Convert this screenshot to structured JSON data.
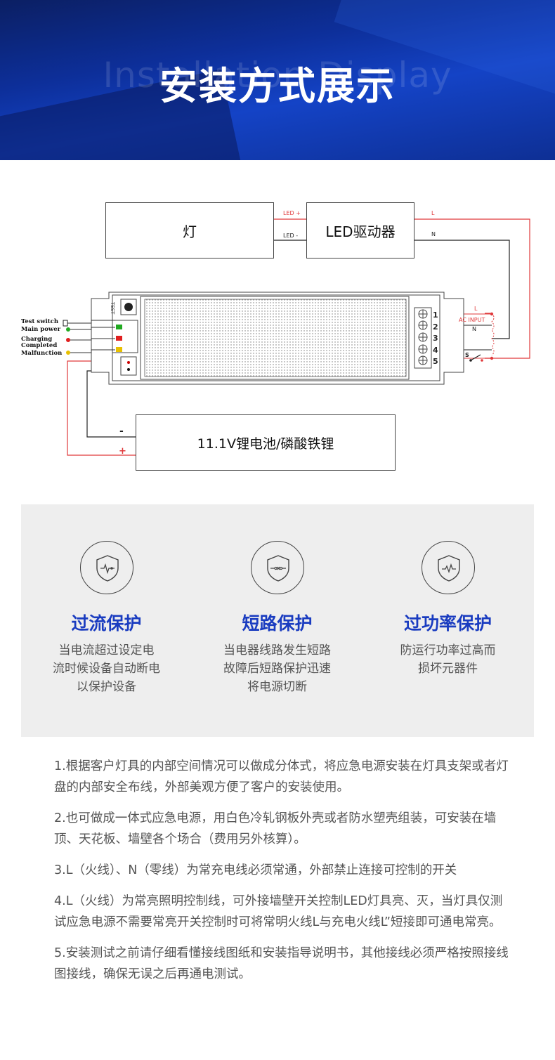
{
  "header": {
    "title": "安装方式展示",
    "ghost_text": "Installation Display"
  },
  "diagram": {
    "lamp_label": "灯",
    "driver_label": "LED驱动器",
    "battery_label": "11.1V锂电池/磷酸铁锂",
    "wire_led_plus": "LED +",
    "wire_led_minus": "LED -",
    "wire_L_top": "L",
    "wire_N_top": "N",
    "ac_input": "AC INPUT",
    "term_L": "L",
    "term_N": "N",
    "switch_s": "S",
    "minus": "-",
    "plus": "+",
    "test_label": "TEST",
    "terminals": [
      "1",
      "2",
      "3",
      "4",
      "5"
    ],
    "indicators": [
      {
        "label": "Test switch",
        "color": "#222222"
      },
      {
        "label": "Main power",
        "color": "#22aa22"
      },
      {
        "label": "Charging Completed",
        "color": "#e02020"
      },
      {
        "label": "Malfunction",
        "color": "#e8c000"
      }
    ],
    "colors": {
      "red_wire": "#e0393b",
      "black_wire": "#222222",
      "accent": "#1a3cc0"
    }
  },
  "features": [
    {
      "icon": "overcurrent-shield-icon",
      "name": "过流保护",
      "desc": [
        "当电流超过设定电",
        "流时候设备自动断电",
        "以保护设备"
      ]
    },
    {
      "icon": "short-circuit-shield-icon",
      "name": "短路保护",
      "desc": [
        "当电器线路发生短路",
        "故障后短路保护迅速",
        "将电源切断"
      ]
    },
    {
      "icon": "overpower-shield-icon",
      "name": "过功率保护",
      "desc": [
        "防运行功率过高而",
        "损坏元器件"
      ]
    }
  ],
  "notes": [
    "1.根据客户灯具的内部空间情况可以做成分体式，将应急电源安装在灯具支架或者灯盘的内部安全布线，外部美观方便了客户的安装使用。",
    "2.也可做成一体式应急电源，用白色冷轧钢板外壳或者防水塑壳组装，可安装在墙顶、天花板、墙壁各个场合（费用另外核算）。",
    "3.L（火线）、N（零线）为常充电线必须常通，外部禁止连接可控制的开关",
    "4.L（火线）为常亮照明控制线，可外接墙壁开关控制LED灯具亮、灭，当灯具仅测试应急电源不需要常亮开关控制时可将常明火线L与充电火线L”短接即可通电常亮。",
    "5.安装测试之前请仔细看懂接线图纸和安装指导说明书，其他接线必须严格按照接线图接线，确保无误之后再通电测试。"
  ]
}
